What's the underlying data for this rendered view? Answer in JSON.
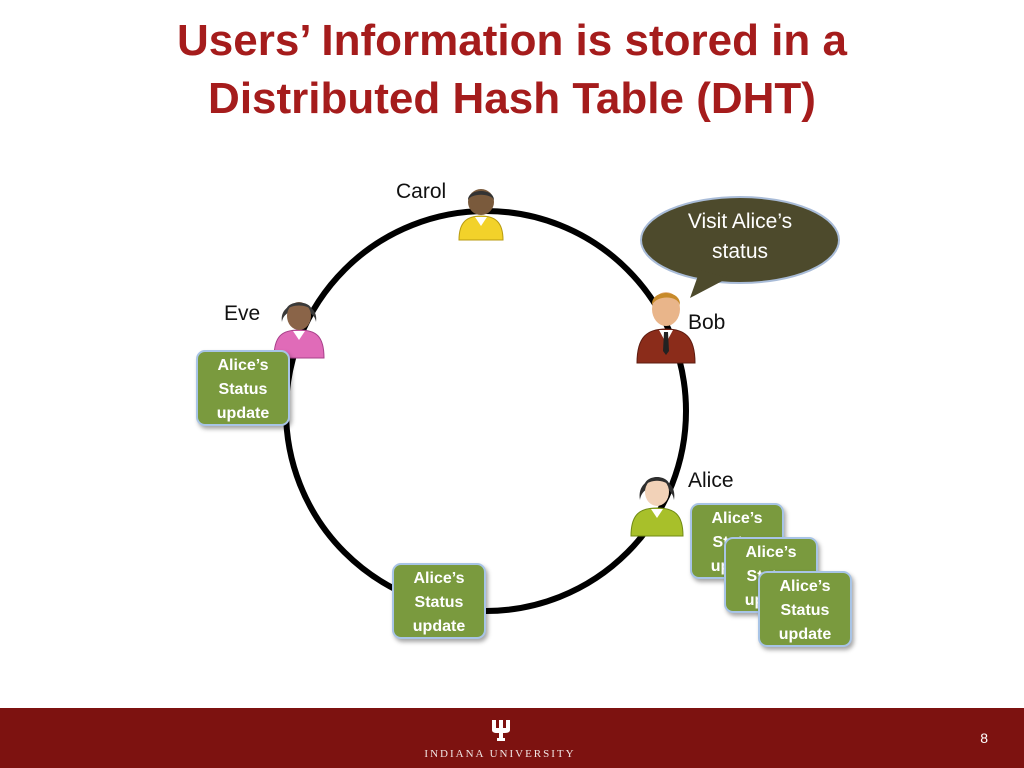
{
  "slide": {
    "title_line1": "Users’ Information is stored in a",
    "title_line2": "Distributed Hash Table (DHT)",
    "page_number": "8"
  },
  "nodes": {
    "carol": "Carol",
    "bob": "Bob",
    "eve": "Eve",
    "alice": "Alice"
  },
  "speech_bubble": {
    "line1": "Visit Alice’s",
    "line2": "status"
  },
  "status_box": {
    "line1": "Alice’s",
    "line2": "Status",
    "line3": "update"
  },
  "footer": {
    "university": "INDIANA UNIVERSITY"
  },
  "colors": {
    "title": "#a51c1c",
    "footer_bg": "#7d1210",
    "status_box": "#7a9a3e",
    "bubble": "#4d4a2c"
  }
}
